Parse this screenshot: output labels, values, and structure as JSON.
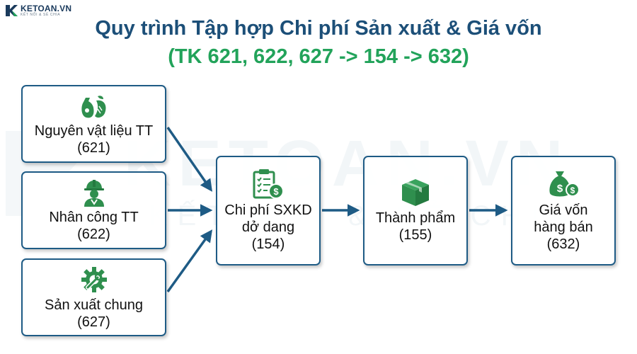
{
  "logo": {
    "name": "KETOAN.VN",
    "tagline": "KẾT NỐI & SẺ CHIA"
  },
  "watermark": {
    "text": "KETOAN.VN",
    "tagline": "KẾT NỐI & SẺ CHIA"
  },
  "title": "Quy trình Tập hợp Chi phí Sản xuất & Giá vốn",
  "subtitle": "(TK 621, 622, 627 -> 154 -> 632)",
  "colors": {
    "title": "#1c4f78",
    "subtitle": "#22a35a",
    "border": "#1e5b85",
    "icon": "#2f8f4e",
    "arrow": "#1e5b85"
  },
  "nodes": {
    "n621": {
      "label": "Nguyên vật liệu TT",
      "code": "(621)",
      "icon": "materials-bags-icon"
    },
    "n622": {
      "label": "Nhân công TT",
      "code": "(622)",
      "icon": "worker-hardhat-icon"
    },
    "n627": {
      "label": "Sản xuất chung",
      "code": "(627)",
      "icon": "gear-wrench-icon"
    },
    "n154": {
      "label1": "Chi phí SXKD",
      "label2": "dở dang",
      "code": "(154)",
      "icon": "clipboard-coin-icon"
    },
    "n155": {
      "label": "Thành phẩm",
      "code": "(155)",
      "icon": "box-icon"
    },
    "n632": {
      "label1": "Giá vốn",
      "label2": "hàng bán",
      "code": "(632)",
      "icon": "money-bag-icon"
    }
  },
  "edges": [
    {
      "from": "621",
      "to": "154"
    },
    {
      "from": "622",
      "to": "154"
    },
    {
      "from": "627",
      "to": "154"
    },
    {
      "from": "154",
      "to": "155"
    },
    {
      "from": "155",
      "to": "632"
    }
  ]
}
